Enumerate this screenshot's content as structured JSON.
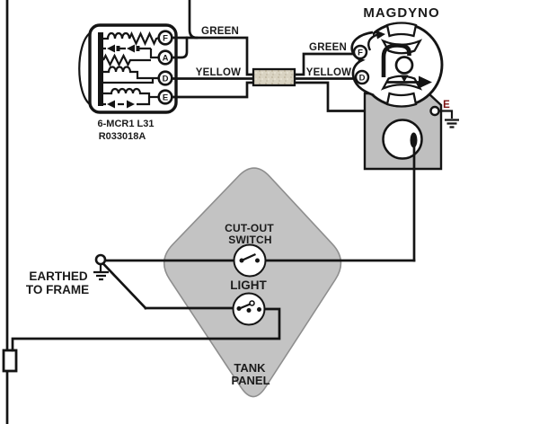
{
  "diagram": {
    "title": "MAGDYNO",
    "regulator": {
      "model_line1": "6-MCR1 L31",
      "model_line2": "R033018A",
      "terminals": [
        "F",
        "A",
        "D",
        "E"
      ]
    },
    "magdyno": {
      "terminals": [
        "F",
        "D"
      ],
      "earth_terminal": "E"
    },
    "wire_labels": {
      "left_green": "GREEN",
      "left_yellow": "YELLOW",
      "right_green": "GREEN",
      "right_yellow": "YELLOW"
    },
    "earth_point": {
      "line1": "EARTHED",
      "line2": "TO FRAME"
    },
    "tank_panel": {
      "cutout_line1": "CUT-OUT",
      "cutout_line2": "SWITCH",
      "light_label": "LIGHT",
      "panel_line1": "TANK",
      "panel_line2": "PANEL"
    },
    "colors": {
      "wire_black": "#141414",
      "panel_gray": "#c3c3c3",
      "magneto_base_gray": "#bfbfbf",
      "sleeve_beige": "#d9d3c2",
      "earth_label_red": "#7a1212"
    }
  }
}
